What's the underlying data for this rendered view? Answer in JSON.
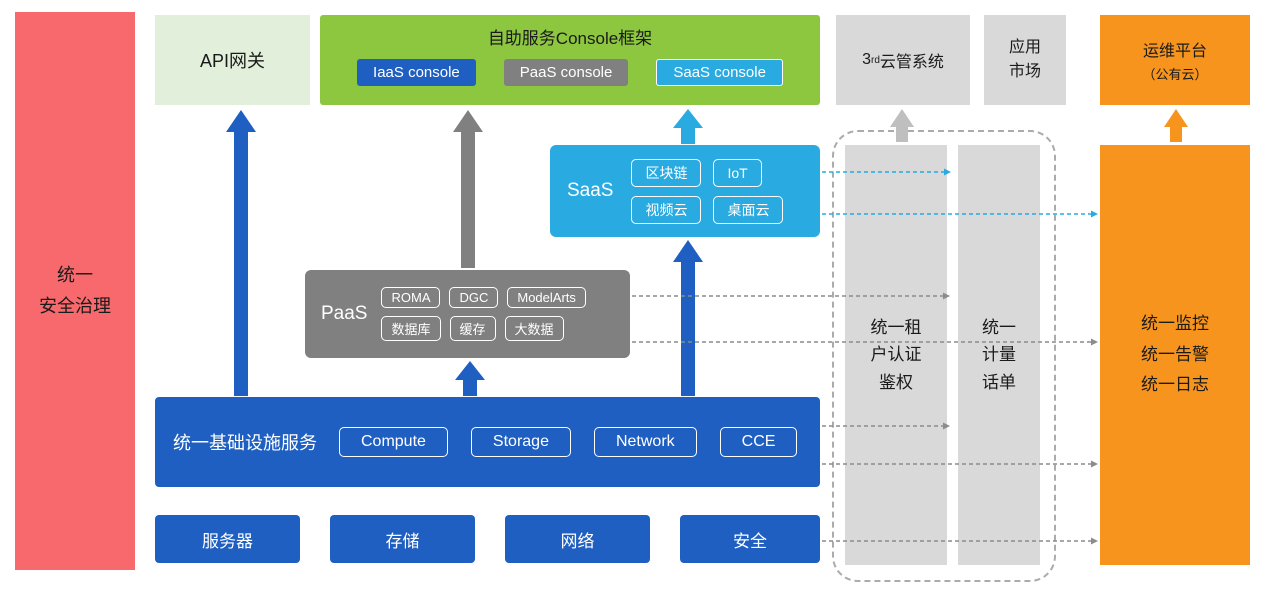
{
  "palette": {
    "red": "#F7696C",
    "light_green": "#E2EFDA",
    "green": "#8DC63F",
    "blue": "#1E5FC1",
    "gray": "#808080",
    "light_gray": "#D9D9D9",
    "cyan": "#29ABE2",
    "orange": "#F7941E"
  },
  "security_bar": {
    "label": "统一\n安全治理"
  },
  "api_gateway": {
    "label": "API网关"
  },
  "console": {
    "title": "自助服务Console框架",
    "iaas": "IaaS console",
    "paas": "PaaS console",
    "saas": "SaaS console"
  },
  "third_cms": {
    "prefix": "3",
    "sup": "rd",
    "rest": "云管系统"
  },
  "app_market": {
    "label": "应用\n市场"
  },
  "om_platform": {
    "line1": "运维平台",
    "line2": "（公有云）"
  },
  "saas": {
    "label": "SaaS",
    "items": [
      "区块链",
      "IoT",
      "视频云",
      "桌面云"
    ]
  },
  "paas": {
    "label": "PaaS",
    "items": [
      "ROMA",
      "DGC",
      "ModelArts",
      "数据库",
      "缓存",
      "大数据"
    ]
  },
  "infra": {
    "label": "统一基础设施服务",
    "items": [
      "Compute",
      "Storage",
      "Network",
      "CCE"
    ]
  },
  "bottom_row": [
    "服务器",
    "存储",
    "网络",
    "安全"
  ],
  "tenant_auth": {
    "label": "统一租\n户认证\n鉴权"
  },
  "metering": {
    "label": "统一\n计量\n话单"
  },
  "monitor": {
    "label": "统一监控\n统一告警\n统一日志"
  }
}
